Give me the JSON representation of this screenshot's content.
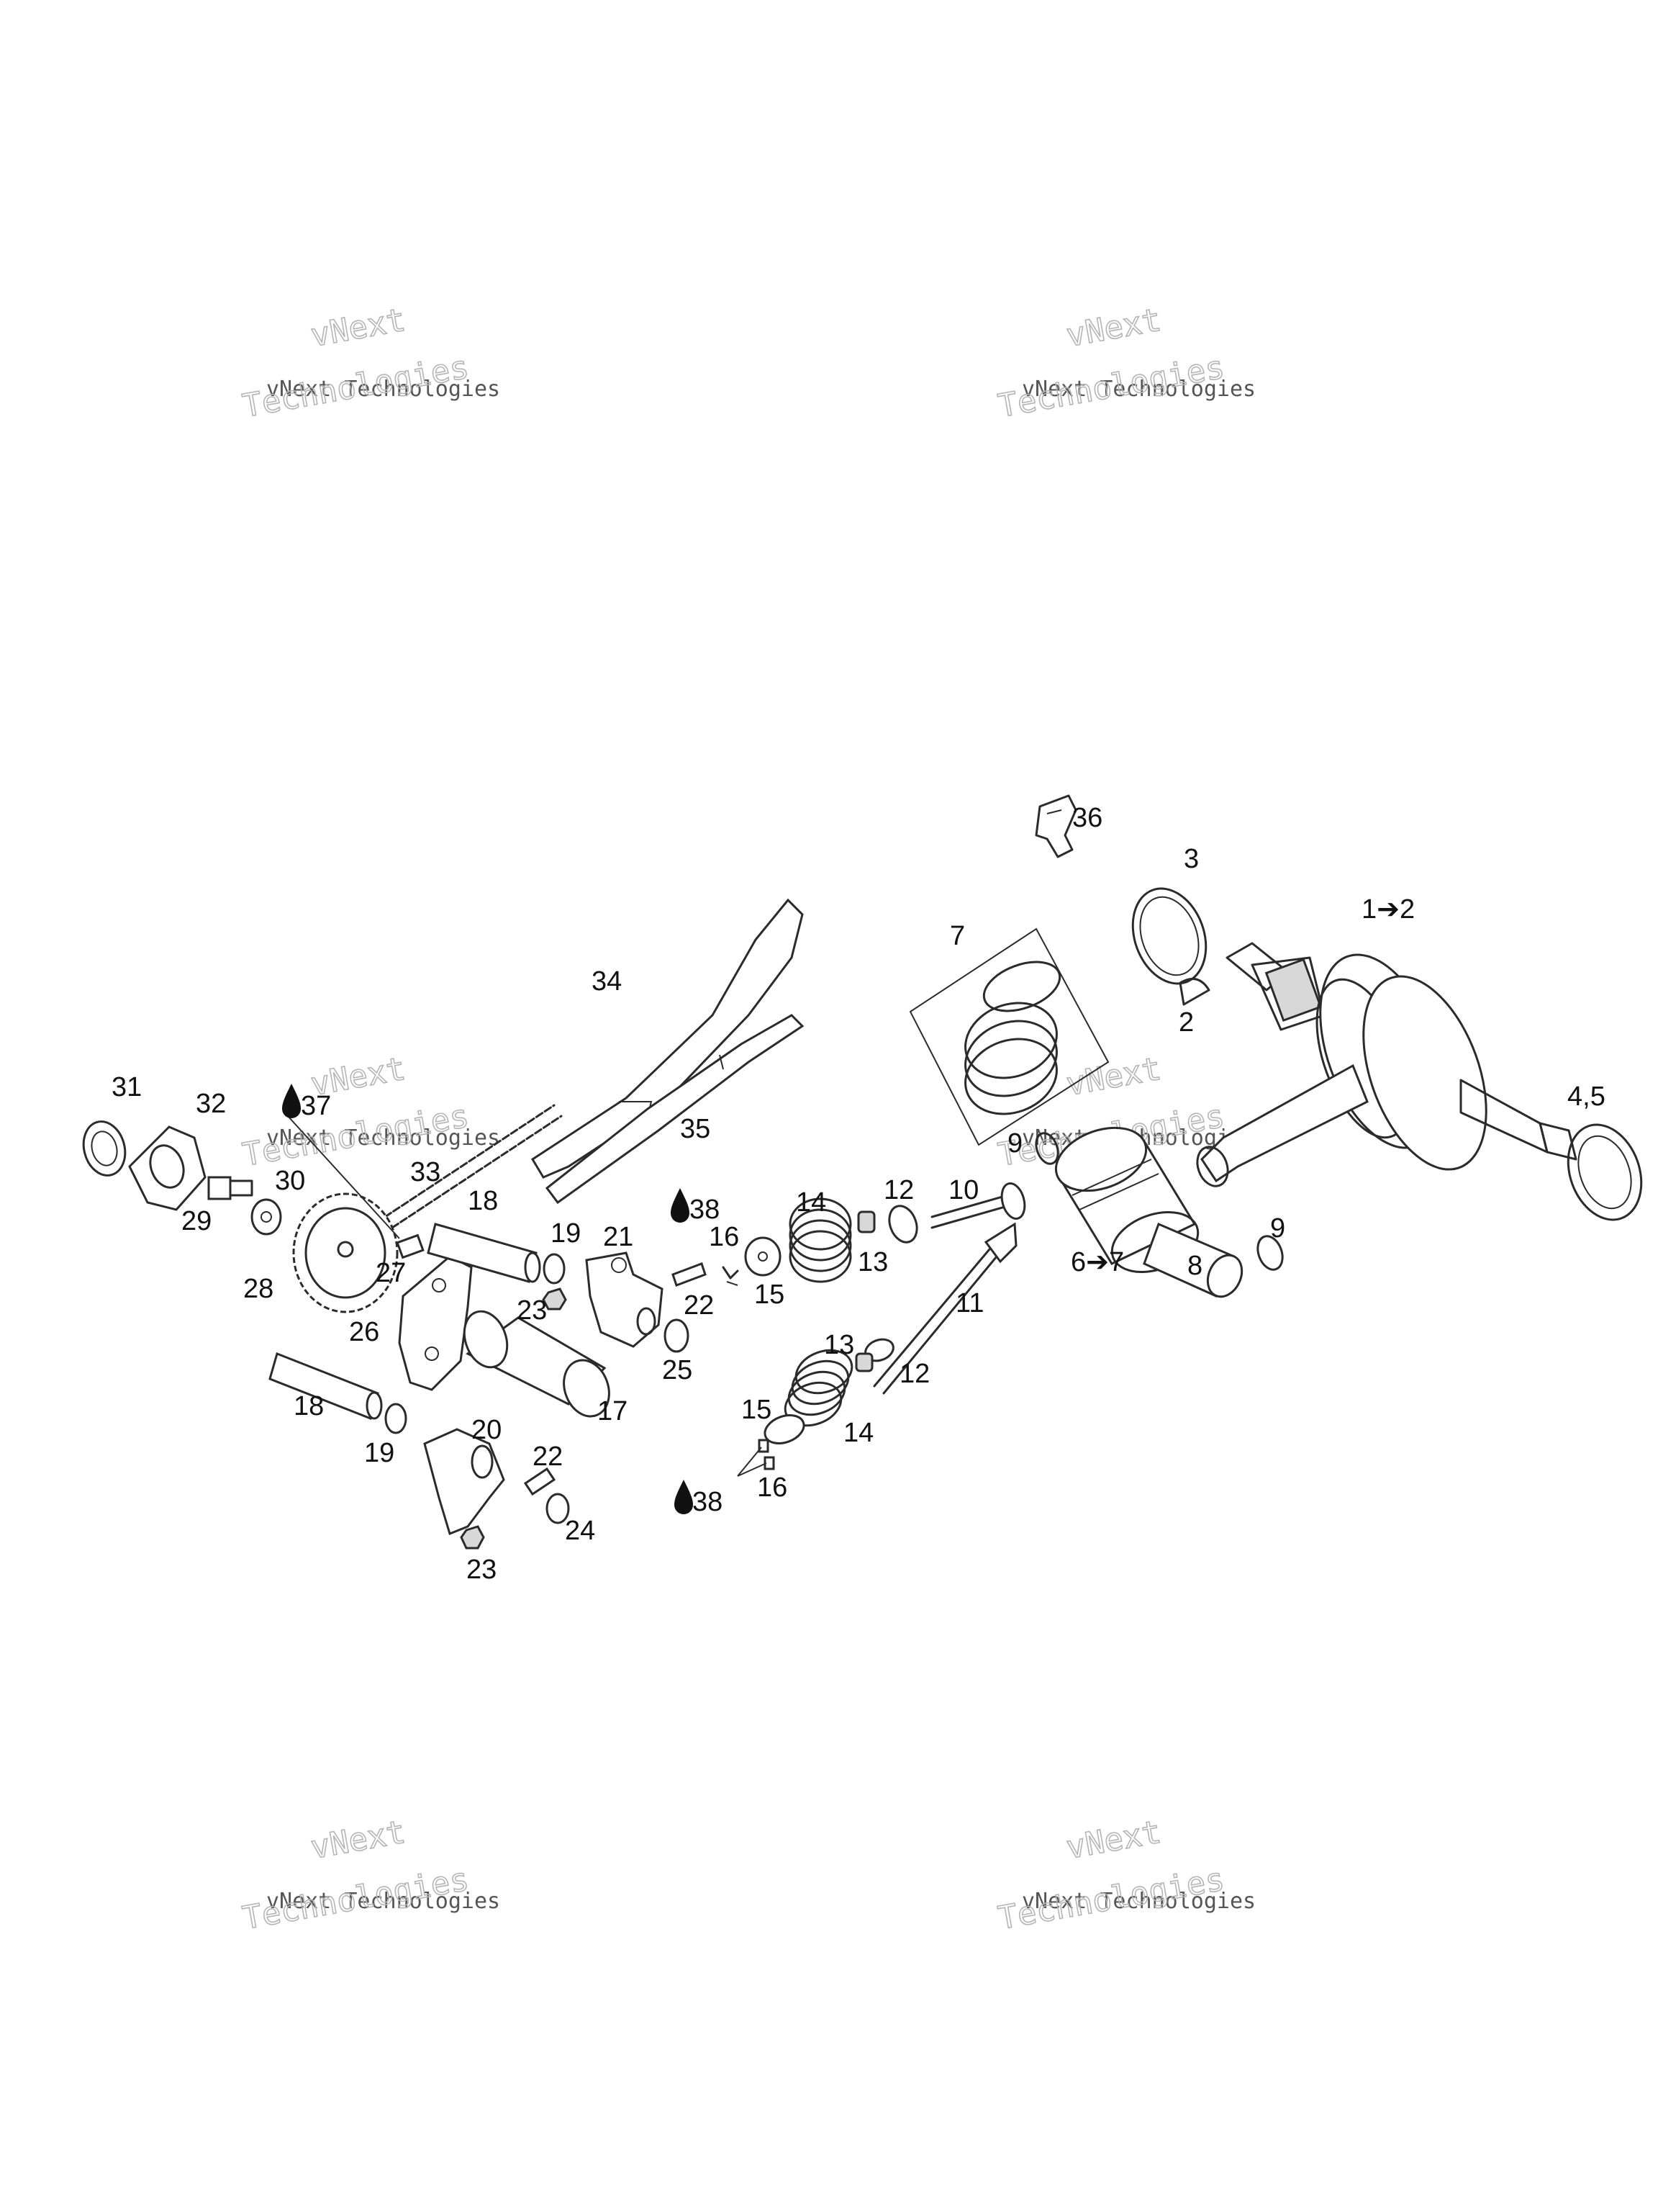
{
  "watermark": {
    "line_top": "vNext",
    "line_mid": "vNext Technologies",
    "line_bottom": "Technologies"
  },
  "labels": {
    "l1_2": "1➔2",
    "l2": "2",
    "l3": "3",
    "l4_5": "4,5",
    "l6_7": "6➔7",
    "l7": "7",
    "l8": "8",
    "l9a": "9",
    "l9b": "9",
    "l10": "10",
    "l11": "11",
    "l12a": "12",
    "l12b": "12",
    "l13a": "13",
    "l13b": "13",
    "l14a": "14",
    "l14b": "14",
    "l15a": "15",
    "l15b": "15",
    "l16a": "16",
    "l16b": "16",
    "l17": "17",
    "l18a": "18",
    "l18b": "18",
    "l19a": "19",
    "l19b": "19",
    "l20": "20",
    "l21": "21",
    "l22a": "22",
    "l22b": "22",
    "l23a": "23",
    "l23b": "23",
    "l24": "24",
    "l25": "25",
    "l26": "26",
    "l27": "27",
    "l28": "28",
    "l29": "29",
    "l30": "30",
    "l31": "31",
    "l32": "32",
    "l33": "33",
    "l34": "34",
    "l35": "35",
    "l36": "36",
    "l37": "37",
    "l38a": "38",
    "l38b": "38"
  }
}
